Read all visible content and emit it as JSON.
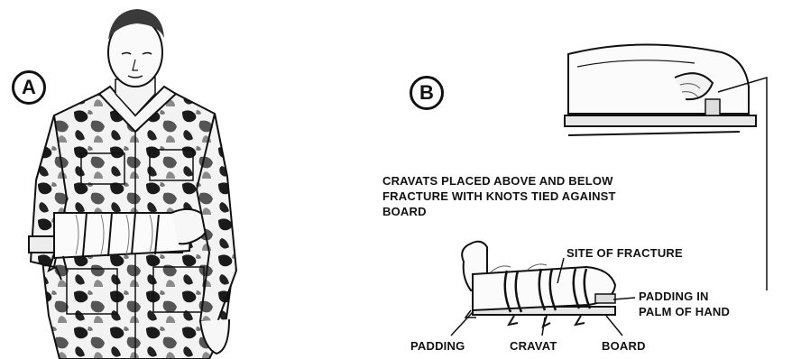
{
  "panels": [
    {
      "label": "A"
    },
    {
      "label": "B"
    }
  ],
  "captions": {
    "cravats_note": "CRAVATS PLACED ABOVE AND BELOW\nFRACTURE WITH KNOTS TIED AGAINST\nBOARD",
    "site_of_fracture": "SITE OF FRACTURE",
    "padding_in_palm": "PADDING IN\nPALM OF HAND",
    "padding": "PADDING",
    "cravat": "CRAVAT",
    "board": "BOARD"
  }
}
